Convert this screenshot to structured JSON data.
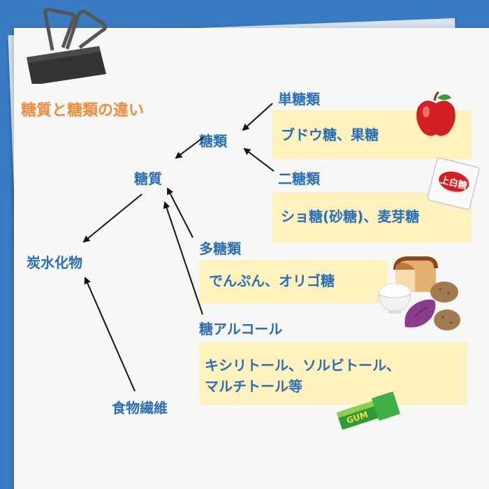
{
  "title": "糖質と糖類の違い",
  "nodes": {
    "carbohydrate": "炭水化物",
    "sugar_content": "糖質",
    "sugars": "糖類",
    "monosaccharides": "単糖類",
    "disaccharides": "二糖類",
    "polysaccharides": "多糖類",
    "sugar_alcohol": "糖アルコール",
    "dietary_fiber": "食物繊維"
  },
  "examples": {
    "monosaccharides": "ブドウ糖、果糖",
    "disaccharides": "ショ糖(砂糖)、麦芽糖",
    "polysaccharides": "でんぷん、オリゴ糖",
    "sugar_alcohol_line1": "キシリトール、ソルビトール、",
    "sugar_alcohol_line2": "マルチトール等"
  },
  "illustrations": {
    "sugar_pack_label": "上白糖",
    "gum_label": "GUM"
  },
  "colors": {
    "background": "#3a7cc4",
    "title": "#f08a3c",
    "node_text": "#2a6fb5",
    "example_box": "#fdf1bd"
  },
  "icons": [
    "binder-clip-icon",
    "apple-icon",
    "sugar-pack-icon",
    "bread-icon",
    "rice-bowl-icon",
    "potato-icon",
    "sweet-potato-icon",
    "gum-icon"
  ]
}
